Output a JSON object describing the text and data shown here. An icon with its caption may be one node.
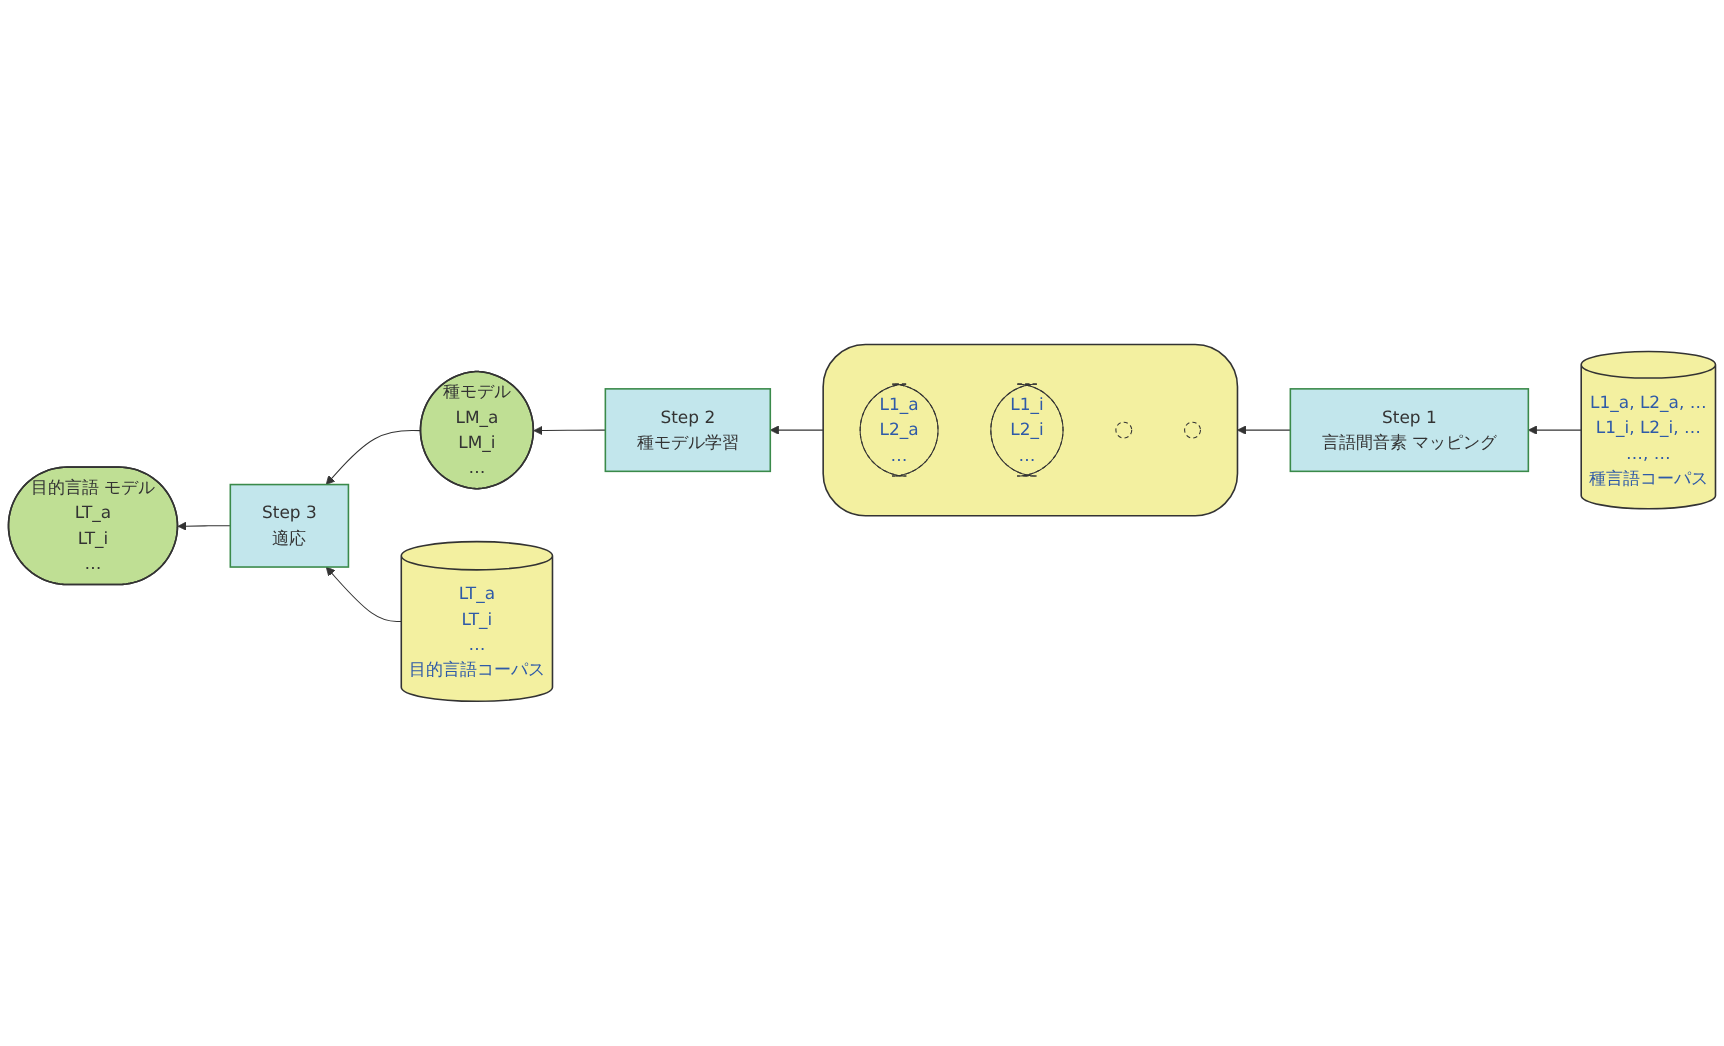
{
  "diagram": {
    "nodes": [
      {
        "text": [
          "目的言語 モデル",
          "LT_a",
          "LT_i",
          "…"
        ]
      },
      {
        "text": [
          "Step 3",
          "適応"
        ]
      },
      {
        "text": [
          "種モデル",
          "LM_a",
          "LM_i",
          "…"
        ]
      },
      {
        "text": [
          "Step 2",
          "種モデル学習"
        ]
      },
      {
        "text": [],
        "shape": "cylinder"
      },
      {
        "text": [
          "L1_a",
          "L2_a",
          "…"
        ],
        "in": 4
      },
      {
        "text": [
          "L1_i",
          "L2_i",
          "…"
        ],
        "in": 4
      },
      {
        "text": [],
        "shape": "circle",
        "in": 4
      },
      {
        "text": [],
        "shape": "circle",
        "in": 4
      },
      {
        "text": [
          "LT_a",
          "LT_i",
          "…",
          "目的言語コーパス"
        ]
      },
      {
        "text": [
          "Step 1",
          "言語間音素 マッピング"
        ]
      },
      {
        "text": [
          "L1_a,  L2_a, …",
          "L1_i,  L2_i, …",
          "…,   …",
          "種言語コーパス"
        ]
      }
    ],
    "edges": [
      {
        "from": 4,
        "to": 3,
        "arrow": "to"
      },
      {
        "from": 3,
        "to": 2,
        "arrow": "to"
      },
      {
        "from": 2,
        "to": 1,
        "arrow": "to"
      },
      {
        "from": 1,
        "to": 0,
        "arrow": "to"
      },
      {
        "from": 9,
        "to": 1,
        "arrow": "to"
      },
      {
        "from": 10,
        "to": 4,
        "arrow": "to"
      },
      {
        "from": 11,
        "to": 10,
        "arrow": "to"
      }
    ]
  }
}
